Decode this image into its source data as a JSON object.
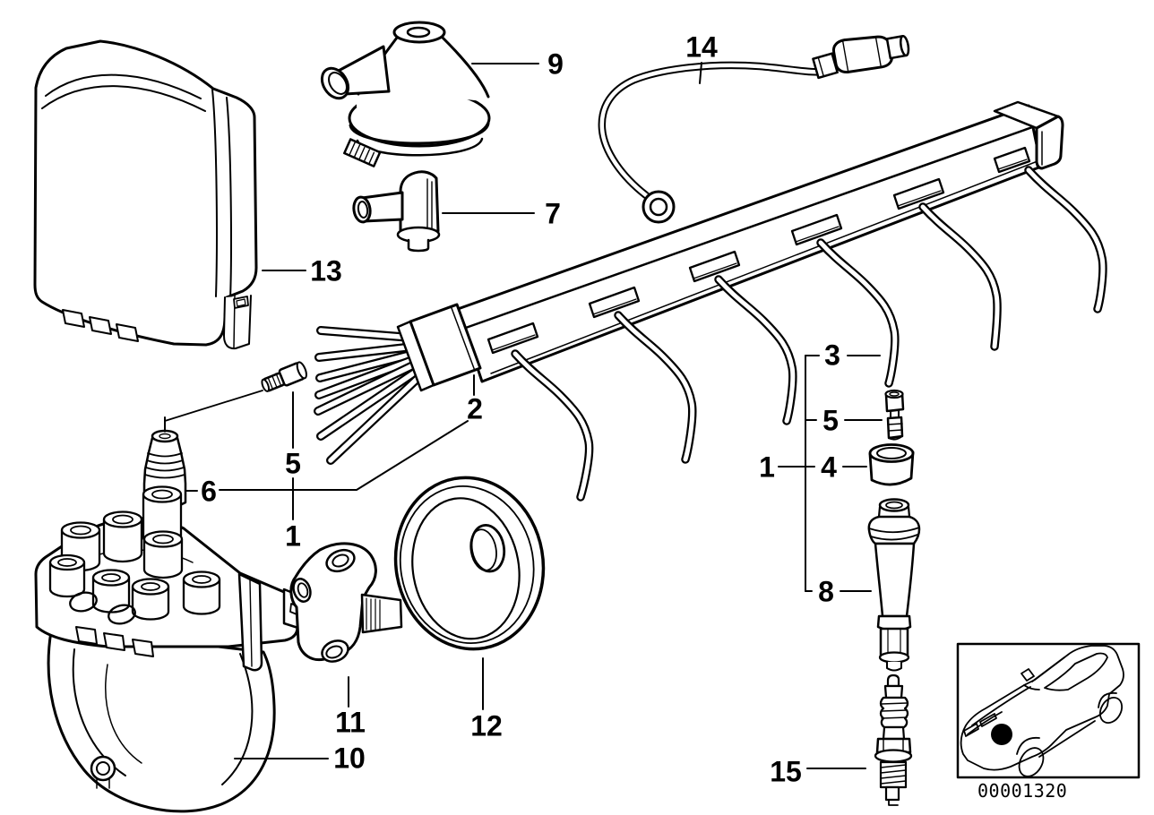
{
  "diagram": {
    "background_color": "#ffffff",
    "line_color": "#000000",
    "location_dot_color": "#000000",
    "callouts": [
      {
        "label": "9"
      },
      {
        "label": "7"
      },
      {
        "label": "14"
      },
      {
        "label": "13"
      },
      {
        "label": "2"
      },
      {
        "label": "5"
      },
      {
        "label": "1"
      },
      {
        "label": "6"
      },
      {
        "label": "3"
      },
      {
        "label": "5"
      },
      {
        "label": "4"
      },
      {
        "label": "1"
      },
      {
        "label": "8"
      },
      {
        "label": "15"
      },
      {
        "label": "10"
      },
      {
        "label": "11"
      },
      {
        "label": "12"
      }
    ],
    "inset": {
      "image_code": "00001320"
    }
  }
}
